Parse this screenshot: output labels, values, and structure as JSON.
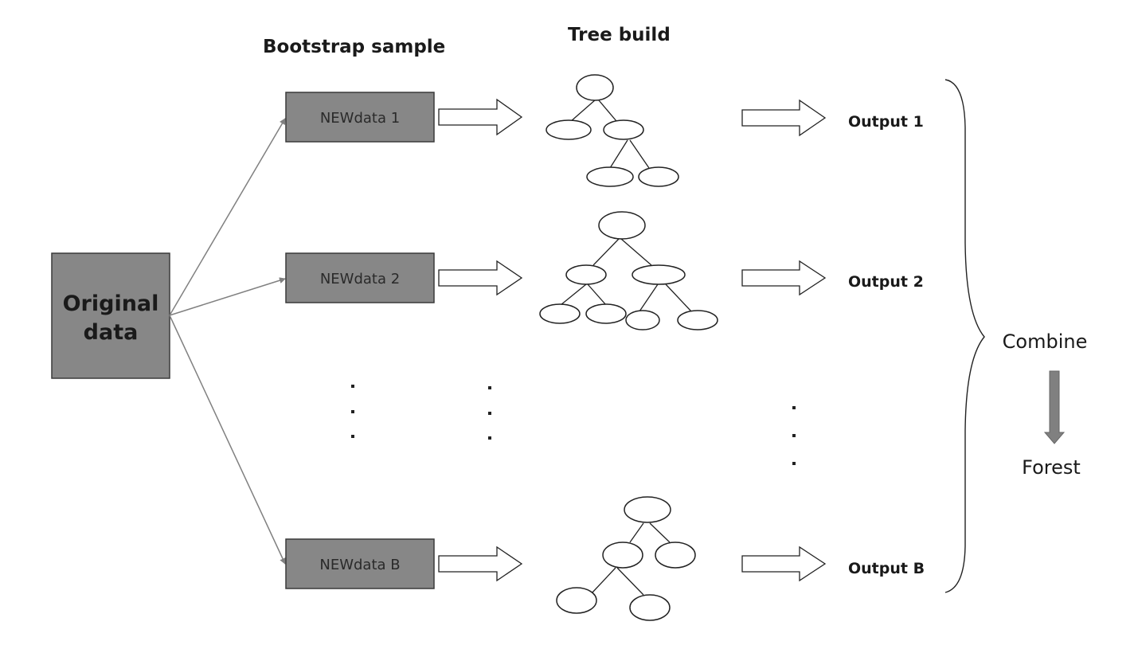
{
  "headers": {
    "bootstrap": "Bootstrap sample",
    "tree": "Tree build"
  },
  "original": {
    "line1": "Original",
    "line2": "data"
  },
  "samples": [
    {
      "label": "NEWdata 1",
      "output": "Output 1"
    },
    {
      "label": "NEWdata 2",
      "output": "Output 2"
    },
    {
      "label": "NEWdata B",
      "output": "Output B"
    }
  ],
  "combine": "Combine",
  "forest": "Forest",
  "colors": {
    "box_fill": "#878787",
    "connector": "#808080",
    "text": "#1a1a1a"
  }
}
